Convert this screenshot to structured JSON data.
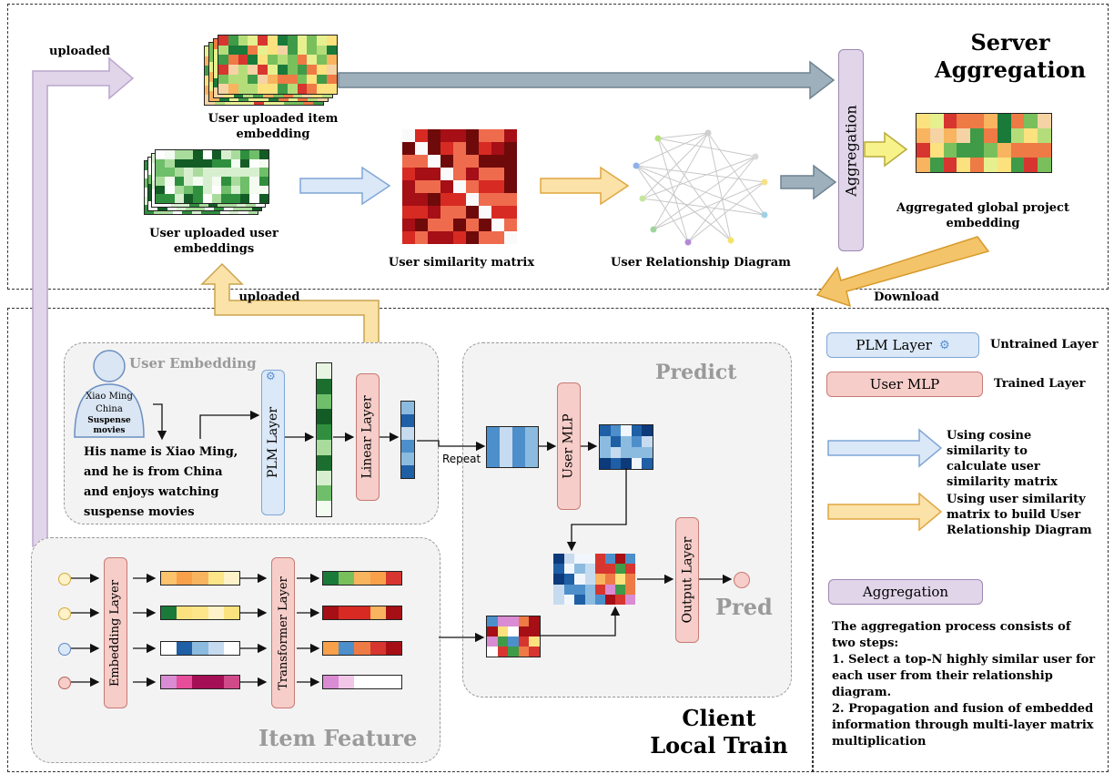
{
  "server": {
    "title_line1": "Server",
    "title_line2": "Aggregation",
    "uploaded_label": "uploaded",
    "item_embedding_label": "User uploaded item embedding",
    "user_embeddings_label": "User uploaded user embeddings",
    "similarity_label": "User similarity matrix",
    "relationship_label": "User Relationship Diagram",
    "aggregation_box": "Aggregation",
    "global_embedding_label": "Aggregated global project embedding",
    "download_label": "Download"
  },
  "client": {
    "title_line1": "Client",
    "title_line2": "Local Train",
    "uploaded_label": "uploaded",
    "user_embedding_title": "User Embedding",
    "profile_name": "Xiao Ming",
    "profile_country": "China",
    "profile_interest": "Suspense movies",
    "description": "His name is Xiao Ming, and he is from China and enjoys watching suspense movies",
    "plm_layer": "PLM Layer",
    "linear_layer": "Linear Layer",
    "repeat_label": "Repeat",
    "predict_title": "Predict",
    "user_mlp": "User MLP",
    "output_layer": "Output Layer",
    "pred_label": "Pred",
    "item_feature_title": "Item Feature",
    "embedding_layer": "Embedding Layer",
    "transformer_layer": "Transformer Layer"
  },
  "legend": {
    "plm_layer": "PLM Layer",
    "untrained": "Untrained Layer",
    "user_mlp": "User MLP",
    "trained": "Trained Layer",
    "blue_arrow_text": "Using cosine similarity to calculate user similarity matrix",
    "yellow_arrow_text": "Using user similarity matrix to build User Relationship Diagram",
    "aggregation_box": "Aggregation",
    "agg_intro": "The aggregation process consists of two steps:",
    "agg_step1": "1. Select a top-N highly similar user for each user from their relationship diagram.",
    "agg_step2": "2. Propagation and fusion of embedded information through multi-layer matrix multiplication"
  },
  "colors": {
    "blue_arrow": "#dbe8f7",
    "yellow_arrow": "#fbe2a8",
    "purple_arrow": "#e1d5ea",
    "gray_arrow": "#9fb0bd",
    "highlight_yellow": "#f7f28a"
  }
}
